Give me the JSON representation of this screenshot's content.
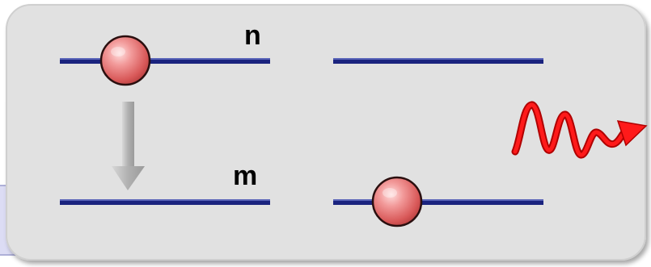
{
  "diagram": {
    "upper_level_label": "n",
    "lower_level_label": "m",
    "colors": {
      "panel_fill": "#e1e1e1",
      "panel_border": "#c8c8c8",
      "side_tab": "#dcdcf4",
      "level_line": "#1a237e",
      "electron": "#e07070",
      "arrow": "#b5b5b5",
      "photon_wave": "#ff1010"
    },
    "transition": {
      "from_level": "n",
      "to_level": "m",
      "emits_photon": true
    },
    "icons": [
      "electron-ball",
      "down-arrow",
      "photon-wave"
    ]
  }
}
